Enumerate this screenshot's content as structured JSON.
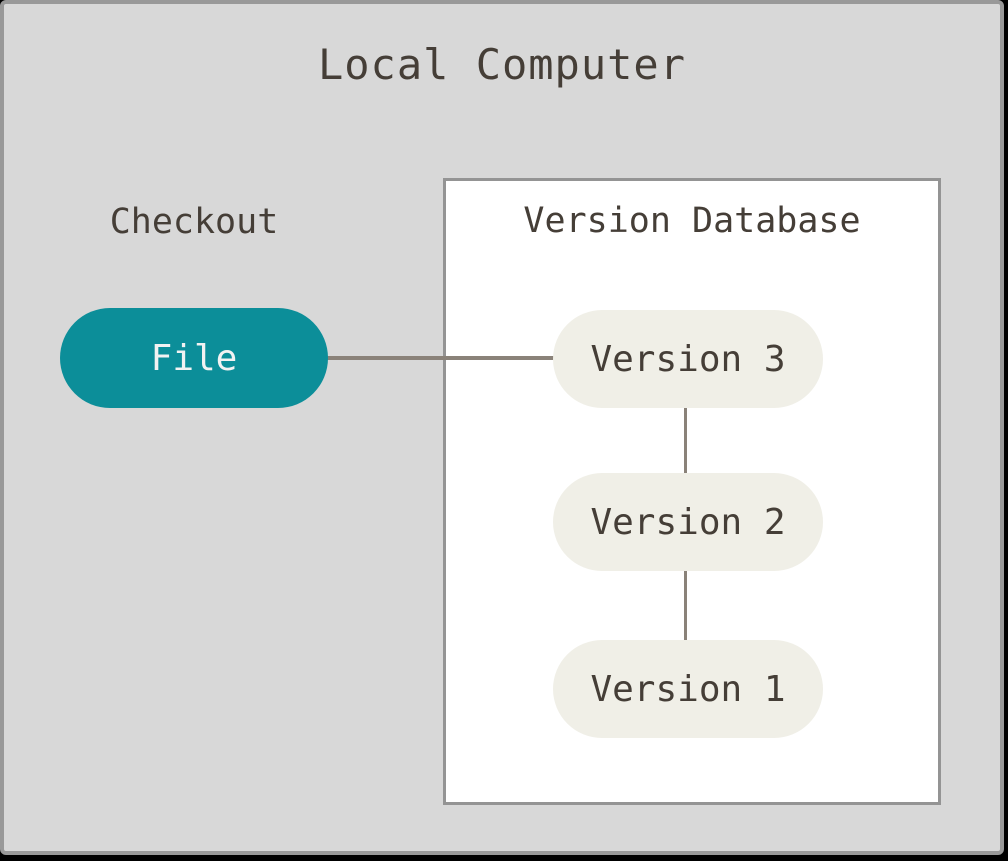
{
  "diagram": {
    "title": "Local Computer",
    "checkout_label": "Checkout",
    "file_node": "File",
    "version_database": {
      "title": "Version Database",
      "nodes": [
        "Version 3",
        "Version 2",
        "Version 1"
      ]
    }
  },
  "colors": {
    "background": "#d8d8d8",
    "window-border": "#999999",
    "box-background": "#ffffff",
    "box-border": "#949494",
    "file-pill": "#0c8e99",
    "file-text": "#f2f2f2",
    "version-pill": "#f0efe7",
    "text-dark": "#453e37",
    "connector": "#8a8279"
  }
}
